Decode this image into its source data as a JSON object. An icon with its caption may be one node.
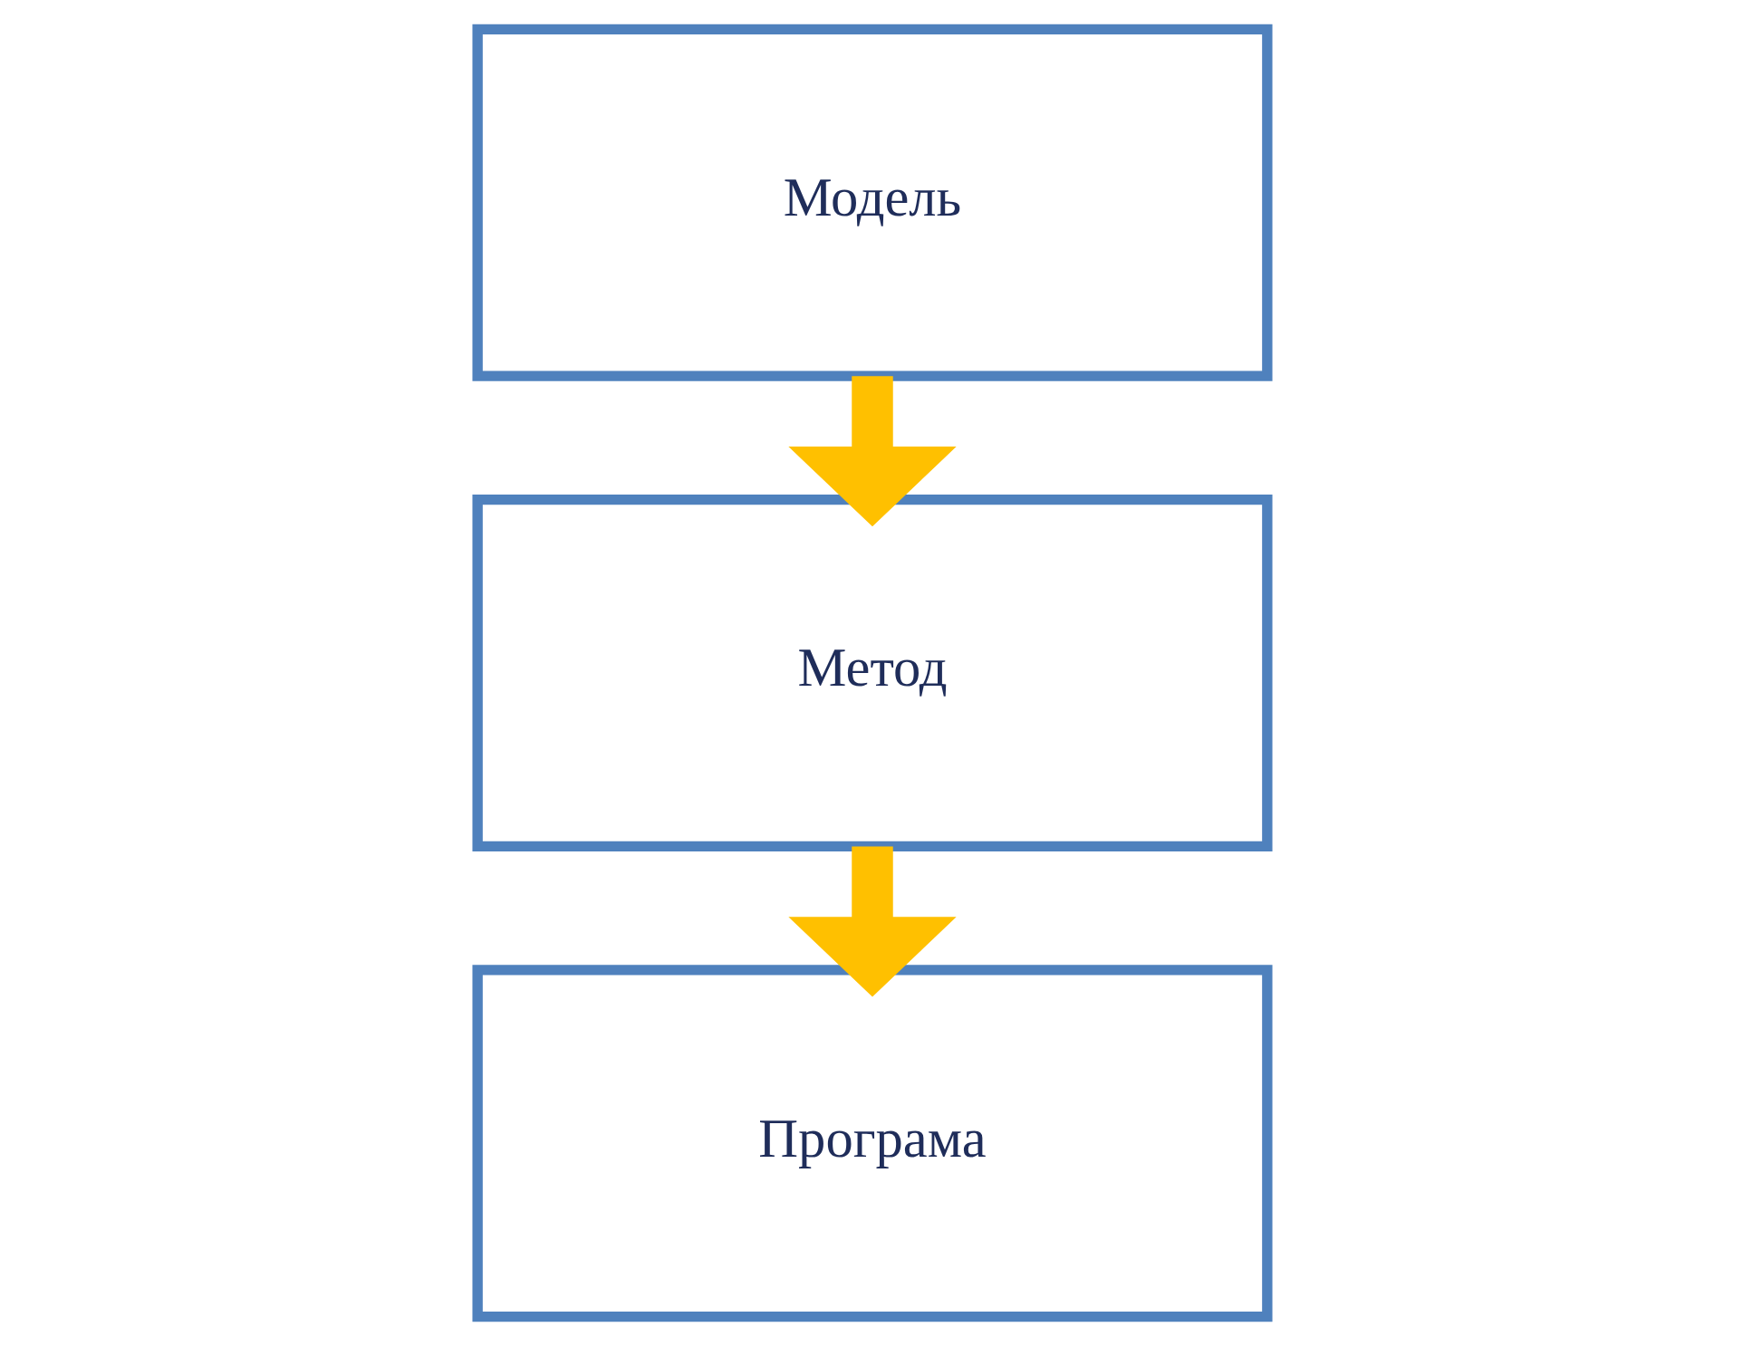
{
  "diagram": {
    "nodes": [
      {
        "text": [
          "Модель"
        ]
      },
      {
        "text": [
          "Метод"
        ]
      },
      {
        "text": [
          "Програма"
        ]
      }
    ],
    "edges": [
      {
        "from": 0,
        "to": 1,
        "arrow": "to"
      },
      {
        "from": 1,
        "to": 2,
        "arrow": "to"
      }
    ]
  }
}
